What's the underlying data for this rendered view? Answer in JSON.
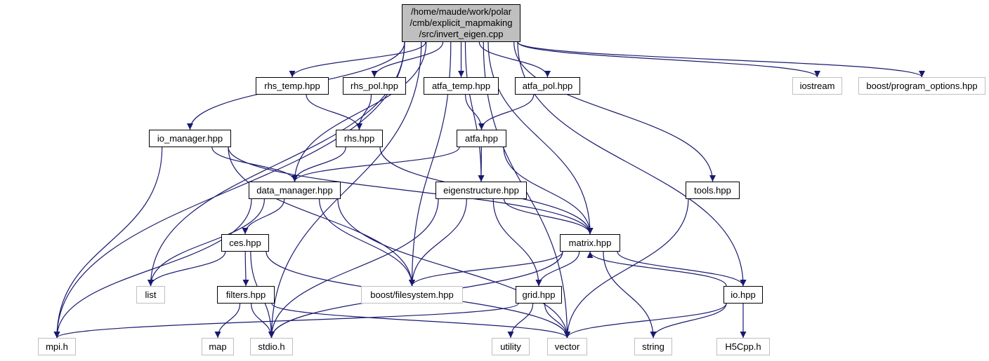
{
  "colors": {
    "edge": "#191970",
    "ext_border": "#bfbfbf",
    "root_fill": "#bfbfbf"
  },
  "root": {
    "lines": [
      "/home/maude/work/polar",
      "/cmb/explicit_mapmaking",
      "/src/invert_eigen.cpp"
    ]
  },
  "nodes": {
    "rhs_temp": "rhs_temp.hpp",
    "rhs_pol": "rhs_pol.hpp",
    "atfa_temp": "atfa_temp.hpp",
    "atfa_pol": "atfa_pol.hpp",
    "iostream": "iostream",
    "boost_po": "boost/program_options.hpp",
    "io_manager": "io_manager.hpp",
    "rhs": "rhs.hpp",
    "atfa": "atfa.hpp",
    "data_manager": "data_manager.hpp",
    "eigenstructure": "eigenstructure.hpp",
    "tools": "tools.hpp",
    "ces": "ces.hpp",
    "matrix": "matrix.hpp",
    "list": "list",
    "boost_fs": "boost/filesystem.hpp",
    "filters": "filters.hpp",
    "grid": "grid.hpp",
    "io": "io.hpp",
    "mpi": "mpi.h",
    "map": "map",
    "stdio": "stdio.h",
    "utility": "utility",
    "vector": "vector",
    "string": "string",
    "h5cpp": "H5Cpp.h"
  },
  "edges": [
    [
      "root",
      "rhs_temp"
    ],
    [
      "root",
      "rhs_pol"
    ],
    [
      "root",
      "atfa_temp"
    ],
    [
      "root",
      "atfa_pol"
    ],
    [
      "root",
      "iostream"
    ],
    [
      "root",
      "boost_po"
    ],
    [
      "root",
      "io_manager"
    ],
    [
      "root",
      "data_manager"
    ],
    [
      "root",
      "eigenstructure"
    ],
    [
      "root",
      "tools"
    ],
    [
      "root",
      "matrix"
    ],
    [
      "root",
      "list"
    ],
    [
      "root",
      "boost_fs"
    ],
    [
      "root",
      "io"
    ],
    [
      "root",
      "mpi"
    ],
    [
      "root",
      "stdio"
    ],
    [
      "root",
      "vector"
    ],
    [
      "rhs_temp",
      "rhs"
    ],
    [
      "rhs_pol",
      "rhs"
    ],
    [
      "atfa_temp",
      "atfa"
    ],
    [
      "atfa_pol",
      "atfa"
    ],
    [
      "io_manager",
      "data_manager"
    ],
    [
      "io_manager",
      "matrix"
    ],
    [
      "io_manager",
      "boost_fs"
    ],
    [
      "io_manager",
      "mpi"
    ],
    [
      "rhs",
      "data_manager"
    ],
    [
      "rhs",
      "matrix"
    ],
    [
      "atfa",
      "data_manager"
    ],
    [
      "atfa",
      "eigenstructure"
    ],
    [
      "atfa",
      "matrix"
    ],
    [
      "data_manager",
      "ces"
    ],
    [
      "data_manager",
      "list"
    ],
    [
      "data_manager",
      "boost_fs"
    ],
    [
      "data_manager",
      "mpi"
    ],
    [
      "data_manager",
      "vector"
    ],
    [
      "eigenstructure",
      "matrix"
    ],
    [
      "eigenstructure",
      "boost_fs"
    ],
    [
      "eigenstructure",
      "grid"
    ],
    [
      "eigenstructure",
      "stdio"
    ],
    [
      "tools",
      "vector"
    ],
    [
      "ces",
      "list"
    ],
    [
      "ces",
      "filters"
    ],
    [
      "ces",
      "stdio"
    ],
    [
      "ces",
      "vector"
    ],
    [
      "matrix",
      "boost_fs"
    ],
    [
      "matrix",
      "grid"
    ],
    [
      "matrix",
      "io"
    ],
    [
      "matrix",
      "string"
    ],
    [
      "matrix",
      "stdio"
    ],
    [
      "filters",
      "map"
    ],
    [
      "filters",
      "stdio"
    ],
    [
      "filters",
      "vector"
    ],
    [
      "grid",
      "utility"
    ],
    [
      "grid",
      "vector"
    ],
    [
      "grid",
      "mpi"
    ],
    [
      "io",
      "matrix"
    ],
    [
      "io",
      "vector"
    ],
    [
      "io",
      "string"
    ],
    [
      "io",
      "h5cpp"
    ]
  ]
}
